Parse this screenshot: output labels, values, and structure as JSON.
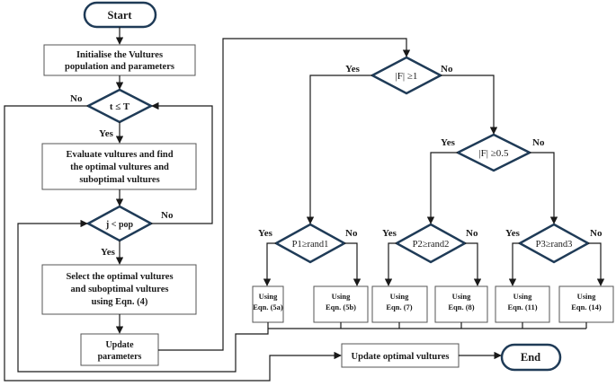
{
  "start": "Start",
  "end": "End",
  "init": [
    "Initialise the Vultures",
    "population and parameters"
  ],
  "loop_cond": "t ≤ T",
  "evaluate": [
    "Evaluate vultures and find",
    "the optimal vultures and",
    "suboptimal vultures"
  ],
  "inner_cond": "j < pop",
  "select": [
    "Select the optimal vultures",
    "and suboptimal vultures",
    "using Eqn. (4)"
  ],
  "update_params": [
    "Update",
    "parameters"
  ],
  "f_ge_1": "|F| ≥1",
  "f_ge_05": "|F| ≥0.5",
  "p1": "P1≥rand1",
  "p2": "P2≥rand2",
  "p3": "P3≥rand3",
  "eq_5a": [
    "Using",
    "Eqn. (5a)"
  ],
  "eq_5b": [
    "Using",
    "Eqn. (5b)"
  ],
  "eq_7": [
    "Using",
    "Eqn. (7)"
  ],
  "eq_8": [
    "Using",
    "Eqn. (8)"
  ],
  "eq_11": [
    "Using",
    "Eqn. (11)"
  ],
  "eq_14": [
    "Using",
    "Eqn. (14)"
  ],
  "update_optimal": "Update optimal vultures",
  "yes": "Yes",
  "no": "No",
  "colors": {
    "stroke": "#1f3b57",
    "line": "#1a1a1a",
    "text": "#1a1a1a"
  }
}
